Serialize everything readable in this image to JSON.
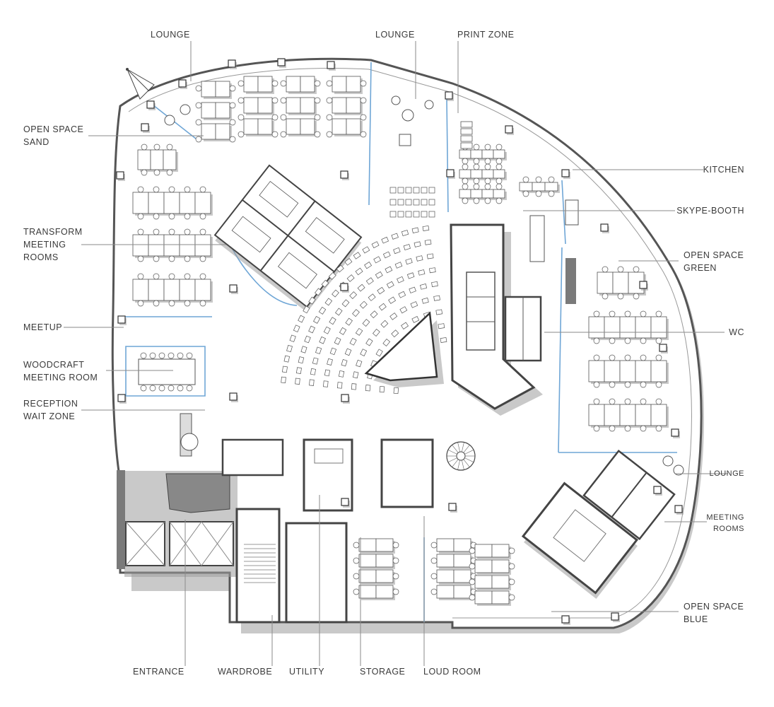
{
  "labels": {
    "lounge_top_left": "LOUNGE",
    "lounge_top_center": "LOUNGE",
    "print_zone": "PRINT ZONE",
    "open_space_sand_1": "OPEN SPACE",
    "open_space_sand_2": "SAND",
    "kitchen": "KITCHEN",
    "skype_booth": "SKYPE-BOOTH",
    "transform_1": "TRANSFORM",
    "transform_2": "MEETING",
    "transform_3": "ROOMS",
    "open_space_green_1": "OPEN SPACE",
    "open_space_green_2": "GREEN",
    "meetup": "MEETUP",
    "wc": "WC",
    "woodcraft_1": "WOODCRAFT",
    "woodcraft_2": "MEETING ROOM",
    "reception_1": "RECEPTION",
    "reception_2": "WAIT ZONE",
    "lounge_right": "LOUNGE",
    "meeting_rooms_1": "MEETING",
    "meeting_rooms_2": "ROOMS",
    "open_space_blue_1": "OPEN SPACE",
    "open_space_blue_2": "BLUE",
    "entrance": "ENTRANCE",
    "wardrobe": "WARDROBE",
    "utility": "UTILITY",
    "storage": "STORAGE",
    "loud_room": "LOUD ROOM"
  },
  "colors": {
    "wall": "#7a7a7a",
    "glass_partition": "#6fa6d6",
    "label_text": "#3a3a3a",
    "leader_line": "#8a8a8a"
  }
}
